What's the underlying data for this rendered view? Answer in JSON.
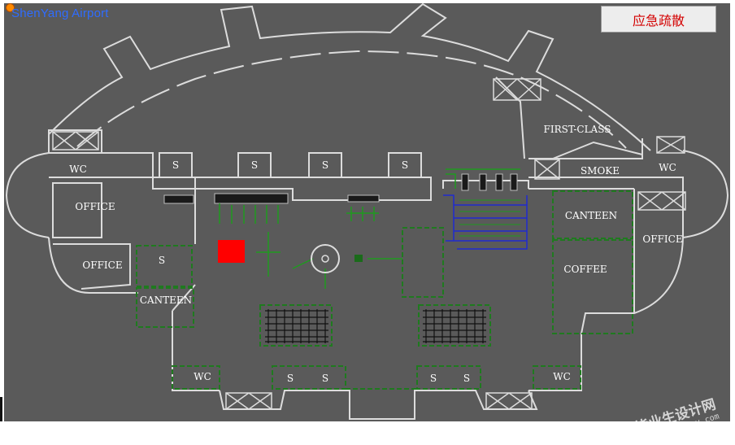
{
  "app": {
    "title": "ShenYang Airport"
  },
  "toolbar": {
    "emergency_label": "应急疏散"
  },
  "rooms": {
    "first_class": "FIRST-CLASS",
    "smoke": "SMOKE",
    "wc_top_right": "WC",
    "wc_top_left": "WC",
    "office_left_upper": "OFFICE",
    "office_left_lower": "OFFICE",
    "canteen_left": "CANTEEN",
    "canteen_right": "CANTEEN",
    "office_right": "OFFICE",
    "coffee": "COFFEE",
    "wc_bottom_left": "WC",
    "wc_bottom_right": "WC"
  },
  "stairs": {
    "s1": "S",
    "s2": "S",
    "s3": "S",
    "s4": "S",
    "s_left_mid": "S",
    "s_b1": "S",
    "s_b2": "S",
    "s_b3": "S",
    "s_b4": "S"
  },
  "watermark": {
    "line1": "毕业生设计网",
    "line2": "www.sbvv.com"
  },
  "colors": {
    "background": "#5a5a5a",
    "walls": "#dcdcdc",
    "zones": "#1f7a1f",
    "queue": "#1f2bd0",
    "fire": "#ff0000",
    "emergency_text": "#d40000"
  }
}
